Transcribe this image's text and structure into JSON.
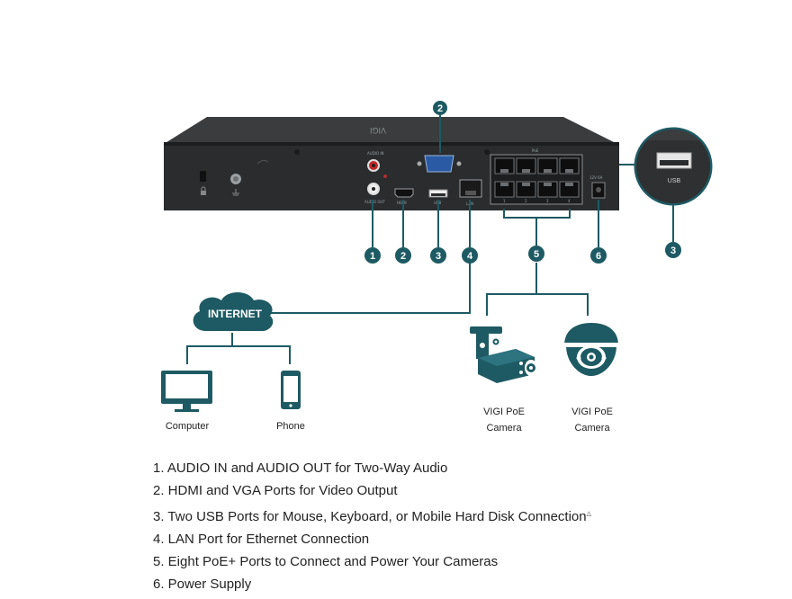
{
  "diagram": {
    "device": {
      "brand_mark": "VIGI",
      "port_labels": {
        "audio_in": "AUDIO IN",
        "audio_out": "AUDIO OUT",
        "hdmi": "HDMI",
        "usb": "USB",
        "lan": "LAN",
        "poe": "PoE",
        "dc": "12V 6A",
        "port_numbers": [
          "1",
          "2",
          "3",
          "4"
        ]
      }
    },
    "usb_zoom_label": "USB",
    "badges": [
      "1",
      "2",
      "3",
      "4",
      "5",
      "6"
    ],
    "internet_label": "INTERNET",
    "computer_label": "Computer",
    "phone_label": "Phone",
    "camera1_label": [
      "VIGI PoE",
      "Camera"
    ],
    "camera2_label": [
      "VIGI PoE",
      "Camera"
    ],
    "colors": {
      "accent": "#1e5a63",
      "device_body": "#2a2c2e",
      "device_top": "#3a3c3e",
      "vga_blue": "#2a5aa3",
      "audio_red": "#c62828"
    }
  },
  "legend": [
    "1. AUDIO IN and AUDIO OUT for Two-Way Audio",
    "2. HDMI and VGA Ports for Video Output",
    "3. Two USB Ports for Mouse, Keyboard, or Mobile Hard Disk Connection",
    "4. LAN Port for Ethernet Connection",
    "5. Eight PoE+ Ports to Connect and Power Your Cameras",
    "6. Power Supply"
  ],
  "legend_footnote_mark": "△"
}
